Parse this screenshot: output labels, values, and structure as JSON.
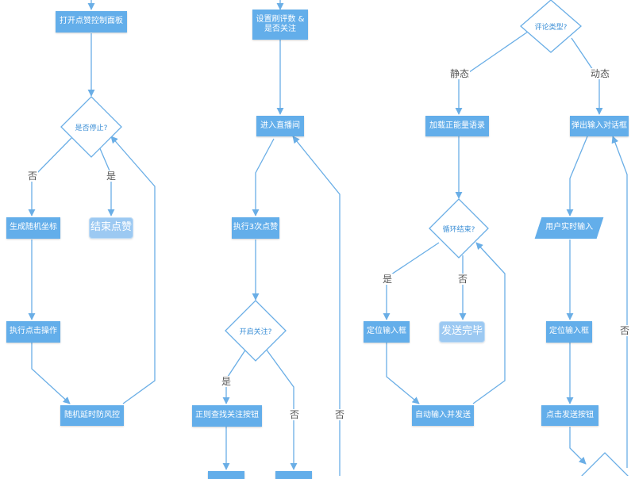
{
  "colors": {
    "node": "#63aeea",
    "terminal": "#9cc9f2",
    "line": "#6aaee6",
    "diamond_border": "#6aaee6"
  },
  "col1": {
    "open_panel": "打开点赞控制面板",
    "stopped": "是否停止?",
    "no": "否",
    "yes": "是",
    "gen_coords": "生成随机坐标",
    "click": "执行点击操作",
    "end": "结束点赞",
    "random_sleep": "随机延时防风控"
  },
  "col2": {
    "set_params": "设置刷评数 &\n是否关注",
    "enter_live": "进入直播间",
    "execute": "执行3次点赞",
    "follow_q": "开启关注?",
    "yes": "是",
    "no": "否",
    "no2": "否",
    "find_follow": "正则查找关注按钮"
  },
  "col3": {
    "type_q": "评论类型?",
    "static": "静态",
    "load_text": "加载正能量语录",
    "done_q": "循环结束?",
    "yes": "是",
    "no": "否",
    "locate": "定位输入框",
    "finished": "发送完毕",
    "auto_input": "自动输入并发送"
  },
  "col4": {
    "dynamic": "动态",
    "popup": "弹出输入对话框",
    "user_input": "用户实时输入",
    "locate": "定位输入框",
    "click_send": "点击发送按钮",
    "no": "否"
  }
}
